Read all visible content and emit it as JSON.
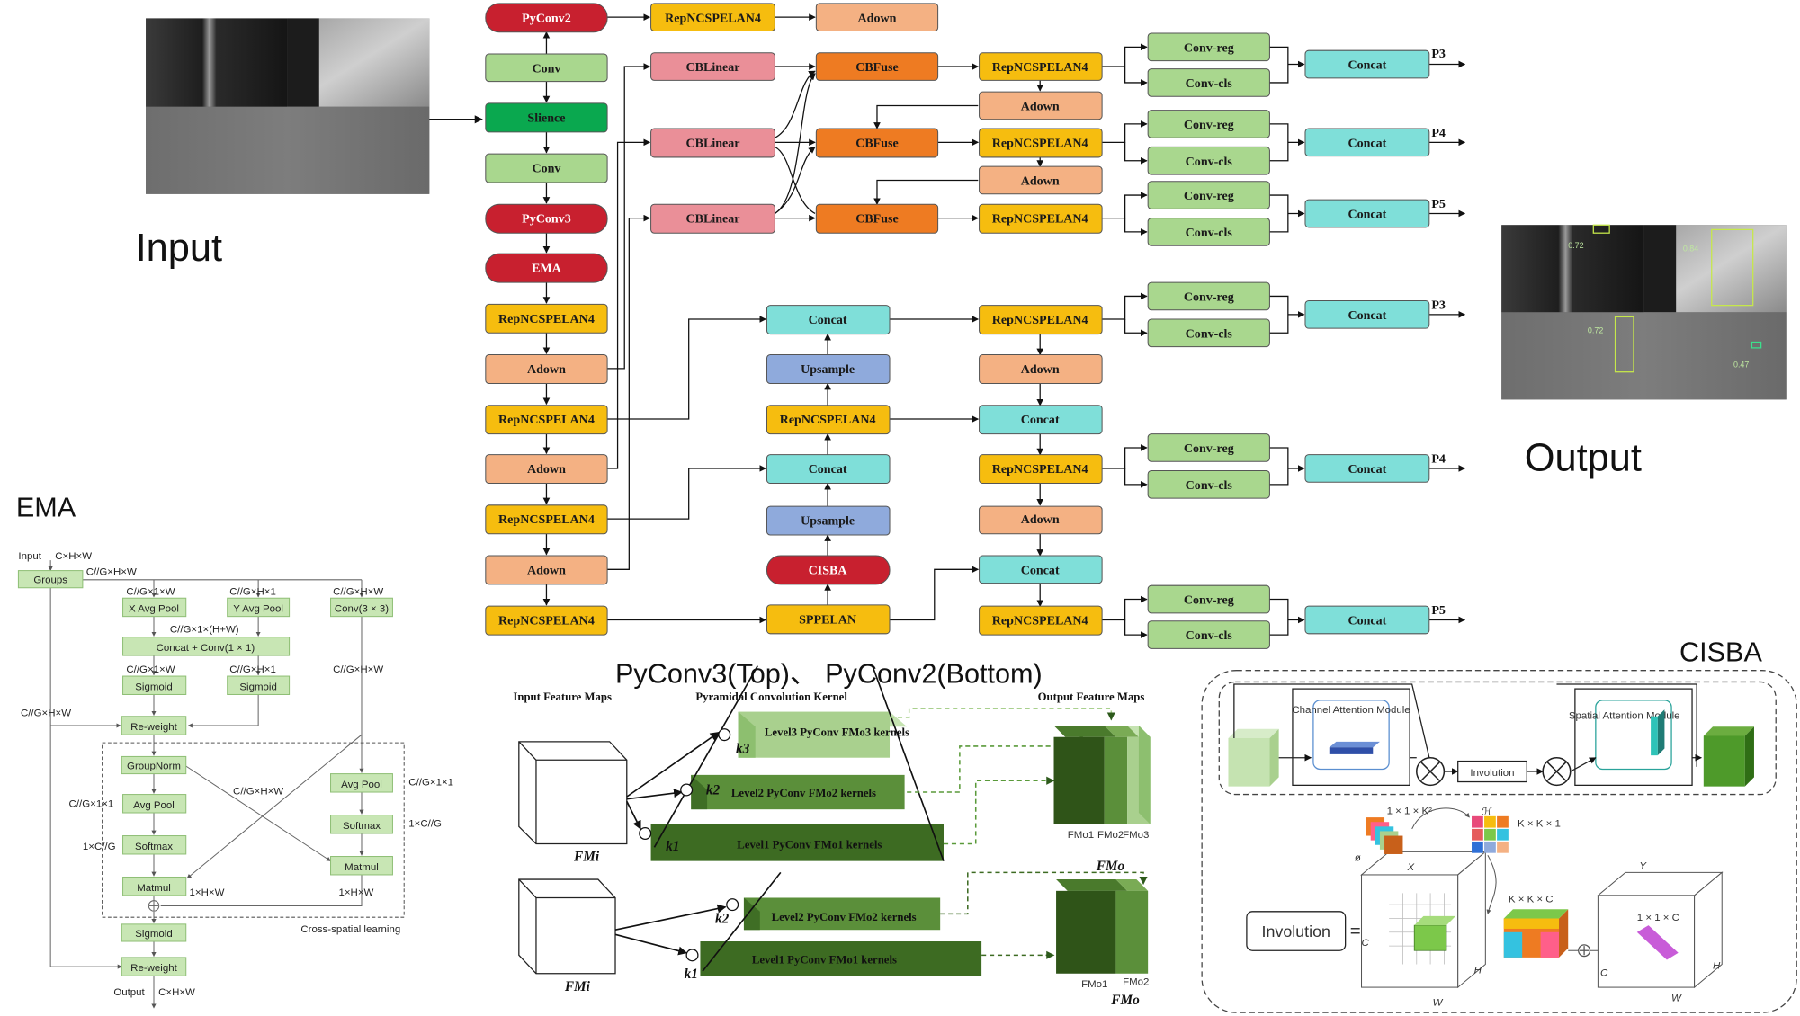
{
  "labels": {
    "input": "Input",
    "output": "Output",
    "ema": "EMA",
    "cisba": "CISBA",
    "pyconv": "PyConv3(Top)、 PyConv2(Bottom)"
  },
  "backbone": [
    "PyConv2",
    "Conv",
    "Slience",
    "Conv",
    "PyConv3",
    "EMA",
    "RepNCSPELAN4",
    "Adown",
    "RepNCSPELAN4",
    "Adown",
    "RepNCSPELAN4",
    "Adown",
    "RepNCSPELAN4"
  ],
  "aux_branch": {
    "top_row": [
      "RepNCSPELAN4",
      "Adown"
    ],
    "cblinear": [
      "CBLinear",
      "CBLinear",
      "CBLinear"
    ],
    "cbfuse": [
      "CBFuse",
      "CBFuse",
      "CBFuse"
    ],
    "rep": [
      "RepNCSPELAN4",
      "RepNCSPELAN4",
      "RepNCSPELAN4"
    ],
    "adown": [
      "Adown",
      "Adown"
    ],
    "heads": [
      {
        "reg": "Conv-reg",
        "cls": "Conv-cls",
        "concat": "Concat",
        "p": "P3"
      },
      {
        "reg": "Conv-reg",
        "cls": "Conv-cls",
        "concat": "Concat",
        "p": "P4"
      },
      {
        "reg": "Conv-reg",
        "cls": "Conv-cls",
        "concat": "Concat",
        "p": "P5"
      }
    ]
  },
  "neck": {
    "col1": [
      "Concat",
      "Upsample",
      "RepNCSPELAN4",
      "Concat",
      "Upsample",
      "CISBA",
      "SPPELAN"
    ],
    "col2": [
      "RepNCSPELAN4",
      "Adown",
      "Concat",
      "RepNCSPELAN4",
      "Adown",
      "Concat",
      "RepNCSPELAN4"
    ],
    "heads": [
      {
        "reg": "Conv-reg",
        "cls": "Conv-cls",
        "concat": "Concat",
        "p": "P3"
      },
      {
        "reg": "Conv-reg",
        "cls": "Conv-cls",
        "concat": "Concat",
        "p": "P4"
      },
      {
        "reg": "Conv-reg",
        "cls": "Conv-cls",
        "concat": "Concat",
        "p": "P5"
      }
    ]
  },
  "detections": [
    "0.72",
    "0.84",
    "0.72",
    "0.47"
  ],
  "ema_diagram": {
    "input": "Input",
    "input_dim": "C×H×W",
    "groups": "Groups",
    "groups_dim": "C//G×H×W",
    "xpool_dim": "C//G×1×W",
    "ypool_dim": "C//G×H×1",
    "conv_dim": "C//G×H×W",
    "xpool": "X Avg Pool",
    "ypool": "Y Avg Pool",
    "conv33": "Conv(3 × 3)",
    "concat_dim": "C//G×1×(H+W)",
    "concat": "Concat + Conv(1 × 1)",
    "sig_dim1": "C//G×1×W",
    "sig_dim2": "C//G×H×1",
    "sigmoid": "Sigmoid",
    "sigmoid2": "Sigmoid",
    "conv_out_dim": "C//G×H×W",
    "reweight_dim": "C//G×H×W",
    "reweight": "Re-weight",
    "groupnorm": "GroupNorm",
    "avgpool_l": "Avg Pool",
    "avgpool_r": "Avg Pool",
    "cross_dim": "C//G×H×W",
    "avg_l_dim": "C//G×1×1",
    "avg_r_dim": "C//G×1×1",
    "softmax_l": "Softmax",
    "softmax_r": "Softmax",
    "soft_l_dim": "1×C//G",
    "soft_r_dim": "1×C//G",
    "matmul_l": "Matmul",
    "matmul_r": "Matmul",
    "mm_l_dim": "1×H×W",
    "mm_r_dim": "1×H×W",
    "cross_label": "Cross-spatial learning",
    "sigmoid_out": "Sigmoid",
    "reweight_out": "Re-weight",
    "output": "Output",
    "output_dim": "C×H×W"
  },
  "pyconv_diagram": {
    "input_title": "Input Feature Maps",
    "kernel_title": "Pyramidal Convolution Kernel",
    "output_title": "Output Feature Maps",
    "top_levels": [
      "Level3 PyConv FMo3 kernels",
      "Level2 PyConv FMo2 kernels",
      "Level1 PyConv FMo1 kernels"
    ],
    "bottom_levels": [
      "Level2 PyConv FMo2 kernels",
      "Level1 PyConv FMo1 kernels"
    ],
    "k_labels": [
      "k3",
      "k2",
      "k1"
    ],
    "fm_i": "FMi",
    "fm_o": "FMo",
    "fm_parts_top": [
      "FMo1",
      "FMo2",
      "FMo3"
    ],
    "fm_parts_bottom": [
      "FMo1",
      "FMo2"
    ]
  },
  "cisba_diagram": {
    "channel": "Channel Attention Module",
    "spatial": "Spatial Attention Module",
    "involution": "Involution",
    "involution_big": "Involution",
    "eq": "=",
    "k2_dim": "1 × 1 × K²",
    "kk1_dim": "K × K × 1",
    "kkc_dim": "K × K × C",
    "c11_dim": "1 × 1 × C",
    "phi": "ø",
    "x": "X",
    "h_script": "ℋ",
    "c": "C",
    "h": "H",
    "w": "W",
    "y": "Y",
    "c2": "C",
    "h2": "H",
    "w2": "W"
  },
  "colors": {
    "red": "#c8202f",
    "green": "#a9d78e",
    "dark_green": "#0aa84f",
    "yellow": "#f6bd0f",
    "salmon": "#f4b183",
    "pink": "#ea8f98",
    "orange": "#ee7b22",
    "cyan": "#7fdfd9",
    "blue": "#8faadc",
    "ema_box": "#c8e6b4"
  }
}
